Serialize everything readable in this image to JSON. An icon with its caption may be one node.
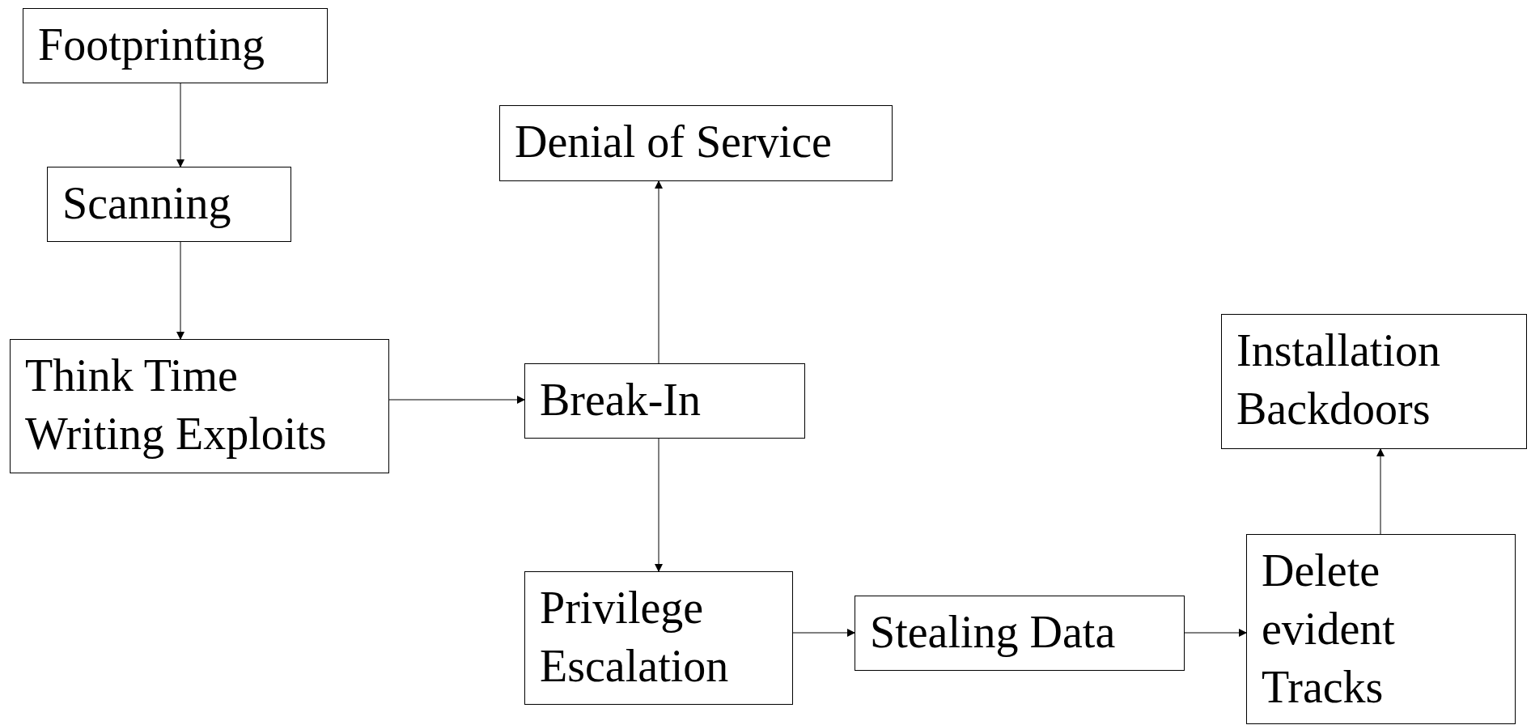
{
  "diagram": {
    "nodes": [
      {
        "text": [
          "Footprinting"
        ]
      },
      {
        "text": [
          "Scanning"
        ]
      },
      {
        "text": [
          "Think Time Writing Exploits"
        ]
      },
      {
        "text": [
          "Break-In"
        ]
      },
      {
        "text": [
          "Denial of Service"
        ]
      },
      {
        "text": [
          "Privilege Escalation"
        ]
      },
      {
        "text": [
          "Stealing Data"
        ]
      },
      {
        "text": [
          "Delete evident Tracks"
        ]
      },
      {
        "text": [
          "Installation Backdoors"
        ]
      }
    ],
    "edges": [
      {
        "from": 0,
        "to": 1,
        "arrow": "to"
      },
      {
        "from": 1,
        "to": 2,
        "arrow": "to"
      },
      {
        "from": 2,
        "to": 3,
        "arrow": "to"
      },
      {
        "from": 3,
        "to": 4,
        "arrow": "to"
      },
      {
        "from": 3,
        "to": 5,
        "arrow": "to"
      },
      {
        "from": 5,
        "to": 6,
        "arrow": "to"
      },
      {
        "from": 6,
        "to": 7,
        "arrow": "to"
      },
      {
        "from": 7,
        "to": 8,
        "arrow": "to"
      }
    ]
  }
}
